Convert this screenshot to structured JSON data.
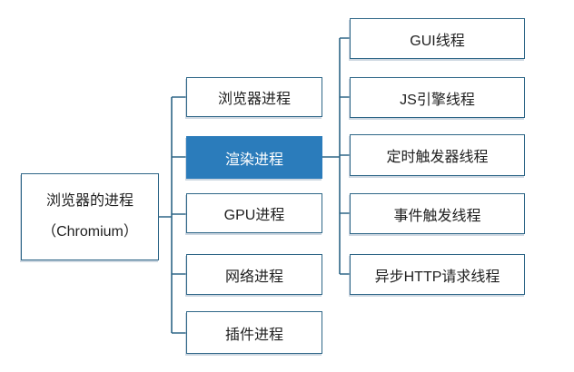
{
  "diagram": {
    "root": {
      "title": "浏览器的进程",
      "subtitle": "（Chromium）"
    },
    "processes": [
      {
        "label": "浏览器进程",
        "highlighted": false
      },
      {
        "label": "渲染进程",
        "highlighted": true
      },
      {
        "label": "GPU进程",
        "highlighted": false
      },
      {
        "label": "网络进程",
        "highlighted": false
      },
      {
        "label": "插件进程",
        "highlighted": false
      }
    ],
    "threads": [
      {
        "label": "GUI线程"
      },
      {
        "label": "JS引擎线程"
      },
      {
        "label": "定时触发器线程"
      },
      {
        "label": "事件触发线程"
      },
      {
        "label": "异步HTTP请求线程"
      }
    ],
    "colors": {
      "box_border": "#2e6687",
      "connector": "#2e6687",
      "highlight_fill": "#2b7cbb",
      "highlight_text": "#ffffff",
      "text": "#1f1f1f",
      "background": "#ffffff"
    }
  }
}
